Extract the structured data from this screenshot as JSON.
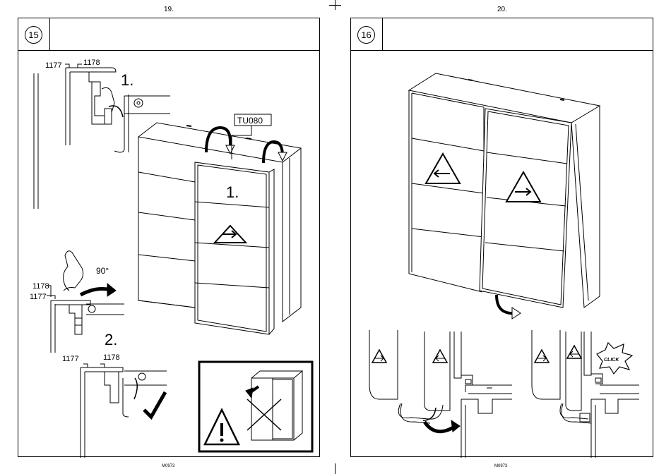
{
  "pages": [
    {
      "page_number": "19.",
      "step": "15",
      "labels": {
        "part_a": "1177",
        "part_b": "1178",
        "step_1": "1.",
        "step_2": "2.",
        "angle": "90°",
        "fitting_code": "TU080"
      },
      "footer_code": "M0973"
    },
    {
      "page_number": "20.",
      "step": "16",
      "labels": {
        "click": "CLICK"
      },
      "footer_code": "M0973"
    }
  ]
}
